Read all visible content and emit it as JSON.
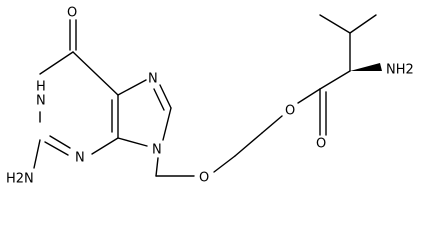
{
  "molecule": {
    "atoms": {
      "carbonyl_oxygen": "O",
      "n1": "N",
      "n1_h": "H",
      "n3": "N",
      "n7": "N",
      "n9": "N",
      "amino_group": "H2N",
      "ether_oxygen": "O",
      "ester_oxygen": "O",
      "ester_carbonyl_oxygen": "O",
      "alpha_amine": "NH2"
    }
  }
}
